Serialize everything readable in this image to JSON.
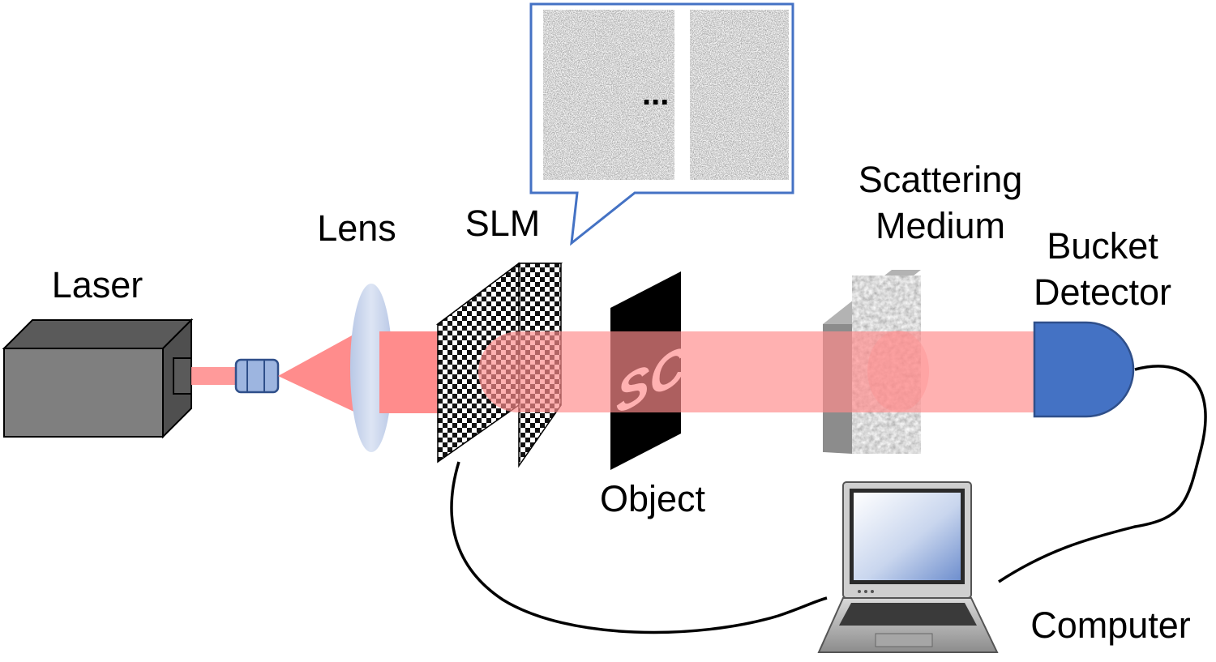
{
  "labels": {
    "laser": "Laser",
    "lens": "Lens",
    "slm": "SLM",
    "object": "Object",
    "scattering_line1": "Scattering",
    "scattering_line2": "Medium",
    "bucket_line1": "Bucket",
    "bucket_line2": "Detector",
    "computer": "Computer",
    "ellipsis": "...",
    "object_text": "SCU"
  },
  "colors": {
    "beam": "#ff8c8c",
    "beam_light": "#ffb3b3",
    "laser_body": "#7f7f7f",
    "lens": "#c7d3ea",
    "detector": "#4472c4",
    "callout_border": "#4472c4"
  }
}
